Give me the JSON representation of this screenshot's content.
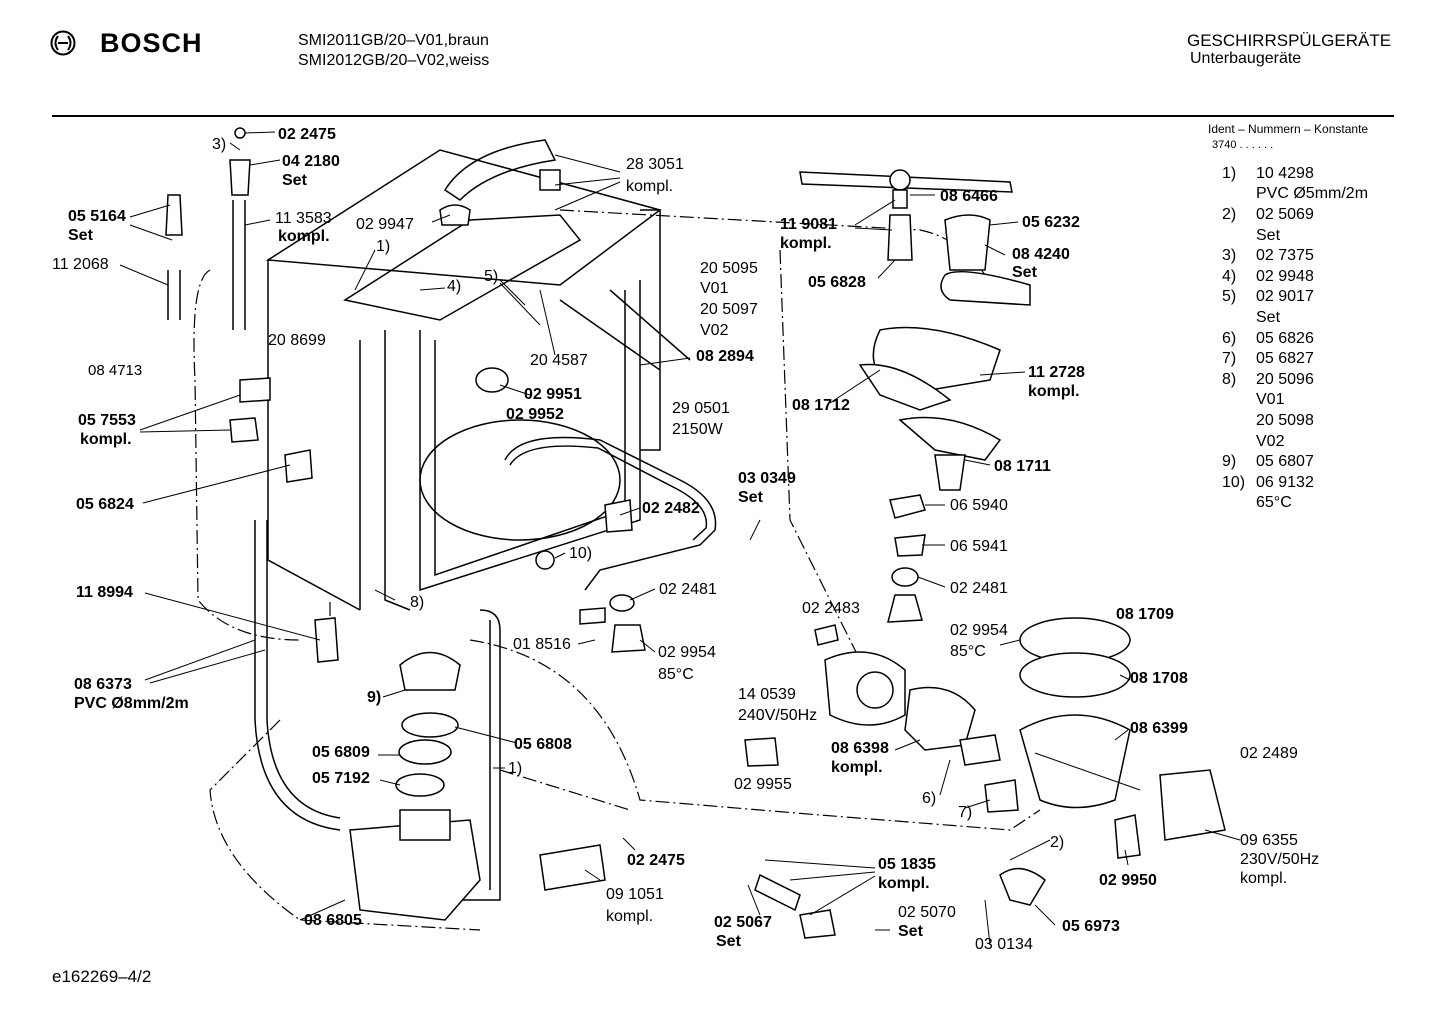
{
  "header": {
    "brand": "BOSCH",
    "model_lines": [
      "SMI2011GB/20–V01,braun",
      "SMI2012GB/20–V02,weiss"
    ],
    "category": "GESCHIRRSPÜLGERÄTE",
    "subcategory": "Unterbaugeräte"
  },
  "ident": {
    "label": "Ident – Nummern – Konstante",
    "value": "3740  .  .  .  .  .  ."
  },
  "legend": [
    {
      "num": "1)",
      "lines": [
        "10 4298",
        "PVC Ø5mm/2m"
      ]
    },
    {
      "num": "2)",
      "lines": [
        "02 5069",
        "Set"
      ]
    },
    {
      "num": "3)",
      "lines": [
        "02 7375"
      ]
    },
    {
      "num": "4)",
      "lines": [
        "02 9948"
      ]
    },
    {
      "num": "5)",
      "lines": [
        "02 9017",
        "Set"
      ]
    },
    {
      "num": "6)",
      "lines": [
        "05 6826"
      ]
    },
    {
      "num": "7)",
      "lines": [
        "05 6827"
      ]
    },
    {
      "num": "8)",
      "lines": [
        "20 5096",
        "V01",
        "20 5098",
        "V02"
      ]
    },
    {
      "num": "9)",
      "lines": [
        "05 6807"
      ]
    },
    {
      "num": "10)",
      "lines": [
        "06 9132",
        "65°C"
      ]
    }
  ],
  "parts": {
    "p022475_top": "02 2475",
    "p3": "3)",
    "p042180": "04 2180",
    "p042180_set": "Set",
    "p055164": "05 5164",
    "p055164_set": "Set",
    "p113583": "11 3583",
    "p113583_k": "kompl.",
    "p112068": "11 2068",
    "p029947": "02 9947",
    "p1a": "1)",
    "p4": "4)",
    "p283051": "28 3051",
    "p283051_k": "kompl.",
    "p5": "5)",
    "p205095": "20 5095",
    "v01": "V01",
    "p205097": "20 5097",
    "v02": "V02",
    "p208699": "20 8699",
    "p204587": "20 4587",
    "p082894": "08 2894",
    "p084713": "08 4713",
    "p029951": "02 9951",
    "p029952": "02 9952",
    "p057553": "05 7553",
    "p057553_k": "kompl.",
    "p290501": "29 0501",
    "p290501_w": "2150W",
    "p056824": "05 6824",
    "p022482": "02 2482",
    "p10": "10)",
    "p8": "8)",
    "p118994": "11 8994",
    "p022481_mid": "02 2481",
    "p018516": "01 8516",
    "p029954_mid": "02 9954",
    "p85c_mid": "85°C",
    "p086373": "08 6373",
    "p086373_pvc": "PVC Ø8mm/2m",
    "p9": "9)",
    "p056809": "05 6809",
    "p056808": "05 6808",
    "p057192": "05 7192",
    "p1b": "1)",
    "p022475_bot": "02 2475",
    "p091051": "09 1051",
    "p091051_k": "kompl.",
    "p086805": "08 6805",
    "p051835": "05 1835",
    "p051835_k": "kompl.",
    "p025067": "02 5067",
    "p025067_set": "Set",
    "p025070": "02 5070",
    "p025070_set": "Set",
    "p030134": "03 0134",
    "p056973": "05 6973",
    "p029950": "02 9950",
    "p2": "2)",
    "p7": "7)",
    "p6": "6)",
    "p086398": "08 6398",
    "p086398_k": "kompl.",
    "p029955": "02 9955",
    "p140539": "14 0539",
    "p140539_v": "240V/50Hz",
    "p022483": "02 2483",
    "p030349": "03 0349",
    "p030349_set": "Set",
    "p119081": "11 9081",
    "p119081_k": "kompl.",
    "p086466": "08 6466",
    "p056232": "05 6232",
    "p084240": "08 4240",
    "p084240_set": "Set",
    "p056828": "05 6828",
    "p112728": "11 2728",
    "p112728_k": "kompl.",
    "p081712": "08 1712",
    "p081711": "08 1711",
    "p065940": "06 5940",
    "p065941": "06 5941",
    "p022481_right": "02 2481",
    "p029954_right": "02 9954",
    "p85c_right": "85°C",
    "p081709": "08 1709",
    "p081708": "08 1708",
    "p086399": "08 6399",
    "p022489": "02 2489",
    "p096355": "09 6355",
    "p096355_v": "230V/50Hz",
    "p096355_k": "kompl."
  },
  "footer": {
    "code": "e162269–4/2"
  }
}
